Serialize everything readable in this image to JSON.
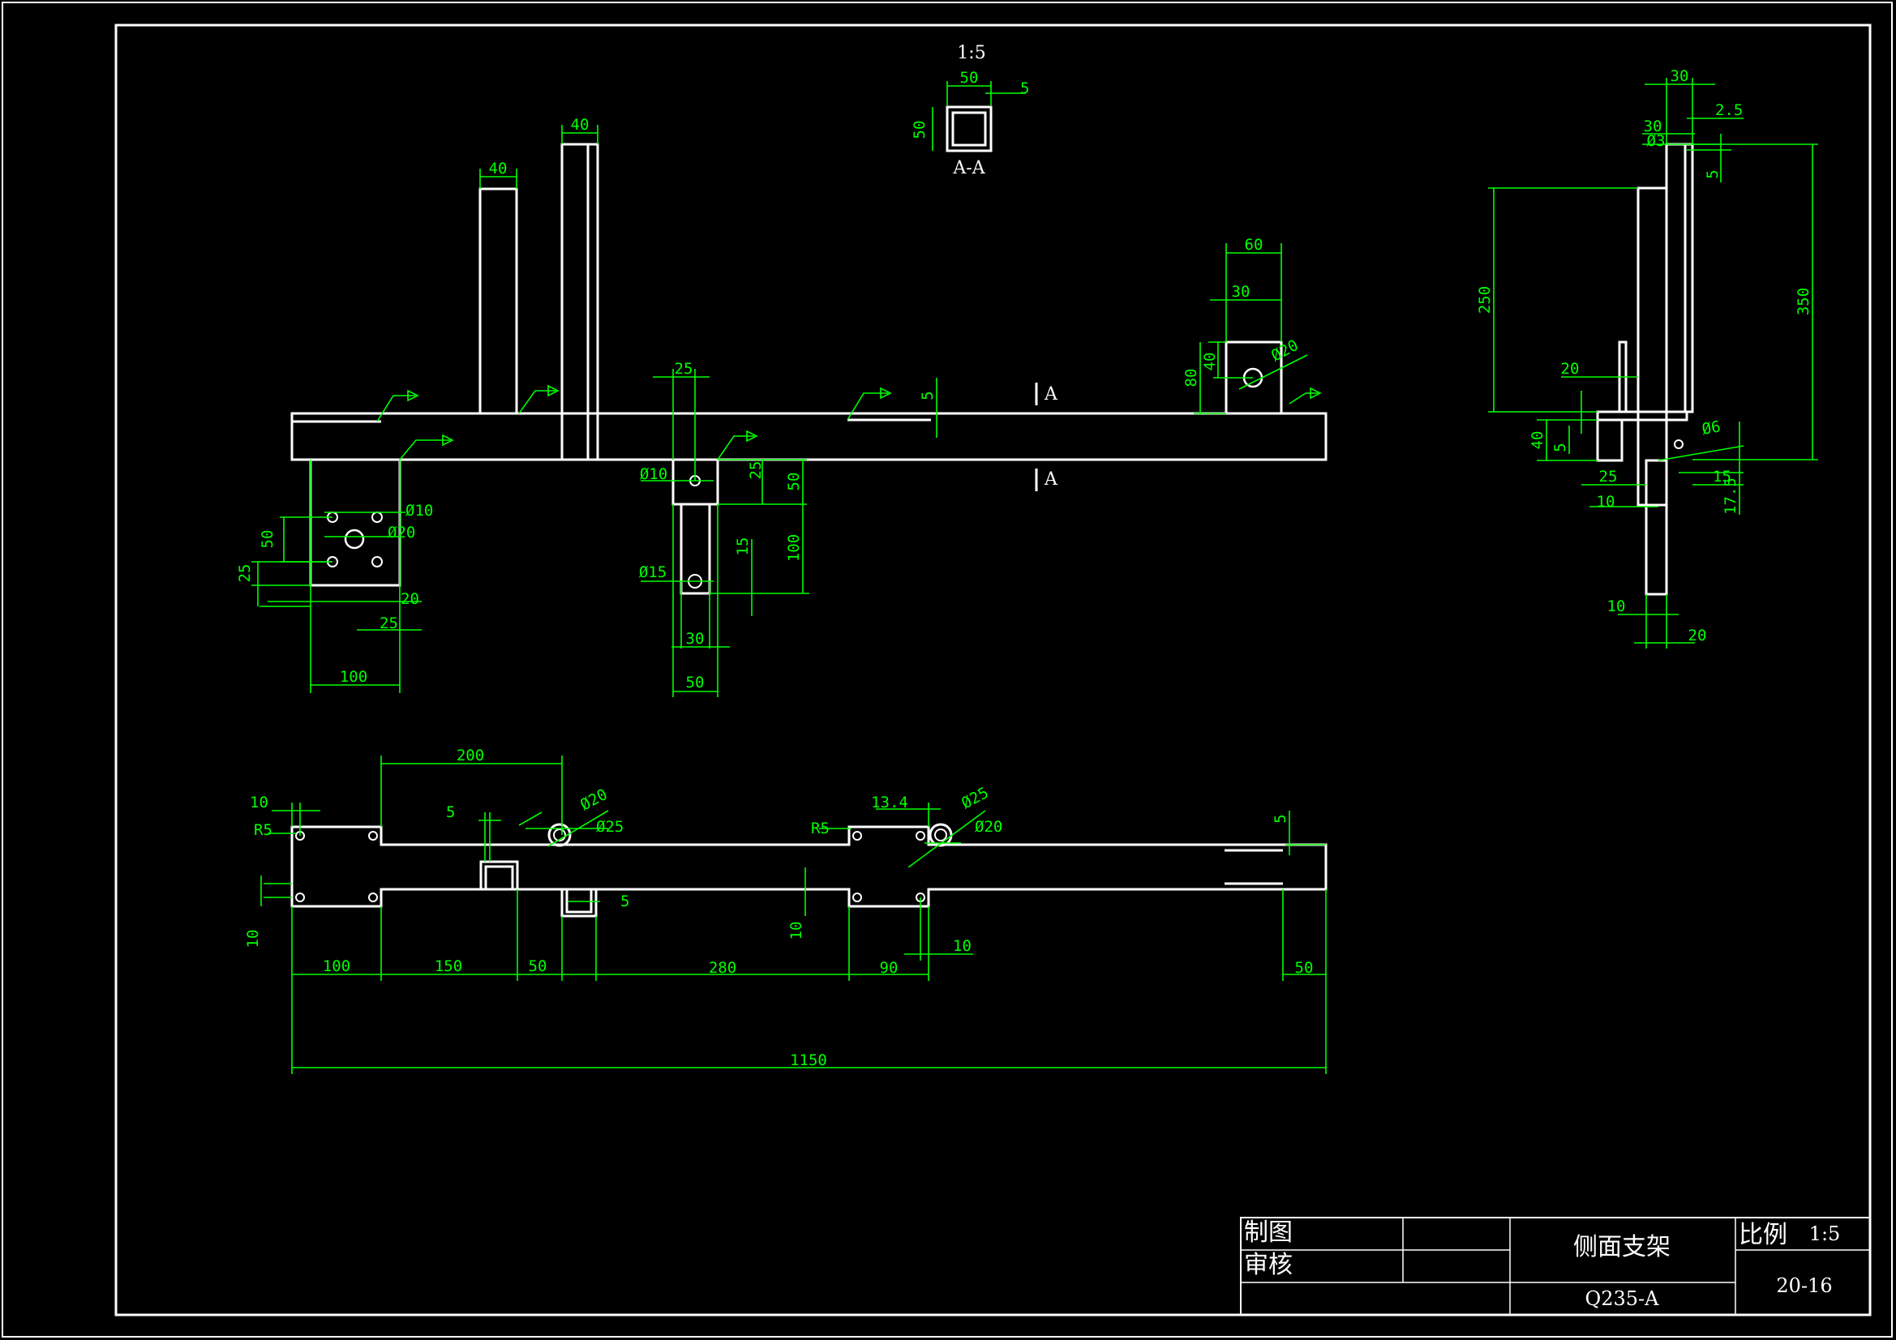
{
  "section": {
    "scale": "1:5",
    "label": "A-A",
    "width": "50",
    "wall": "5",
    "height": "50"
  },
  "section_marks": {
    "top": "A",
    "bottom": "A"
  },
  "front_view": {
    "dims": {
      "post1_w": "40",
      "post2_w": "40",
      "mid_w": "25",
      "mid_r": "5",
      "right_w": "60",
      "right_w2": "30",
      "right_h1": "40",
      "right_h2": "80",
      "right_hole": "Ø20",
      "left_hole_small": "Ø10",
      "left_hole_big": "Ø20",
      "left_v1": "50",
      "left_v2": "25",
      "left_h1": "20",
      "left_h2": "25",
      "left_w": "100",
      "mid_hole1": "Ø10",
      "mid_hole2": "Ø15",
      "mid_v1": "25",
      "mid_v2": "50",
      "mid_v3": "100",
      "mid_v4": "15",
      "mid_h1": "30",
      "mid_h2": "50"
    }
  },
  "top_view": {
    "dims": {
      "d200": "200",
      "d10a": "10",
      "r5a": "R5",
      "d5a": "5",
      "hole20a": "Ø20",
      "hole25a": "Ø25",
      "d13_4": "13.4",
      "r5b": "R5",
      "hole25b": "Ø25",
      "hole20b": "Ø20",
      "d5b": "5",
      "d5c": "5",
      "d10b": "10",
      "d10c": "10",
      "d100": "100",
      "d150": "150",
      "d50a": "50",
      "d280": "280",
      "d90": "90",
      "d50b": "50",
      "d1150": "1150"
    }
  },
  "side_view": {
    "dims": {
      "d30a": "30",
      "d30b": "30",
      "d3": "Ø3",
      "d2_5": "2.5",
      "d5": "5",
      "d250": "250",
      "d350": "350",
      "d20a": "20",
      "d40": "40",
      "d5b": "5",
      "d6": "Ø6",
      "d25": "25",
      "d15": "15",
      "d10a": "10",
      "d17_5": "17.5",
      "d10b": "10",
      "d20b": "20"
    }
  },
  "title_block": {
    "drawn_label": "制图",
    "checked_label": "审核",
    "title": "侧面支架",
    "material": "Q235-A",
    "scale_label": "比例",
    "scale_value": "1:5",
    "drawing_no": "20-16"
  }
}
